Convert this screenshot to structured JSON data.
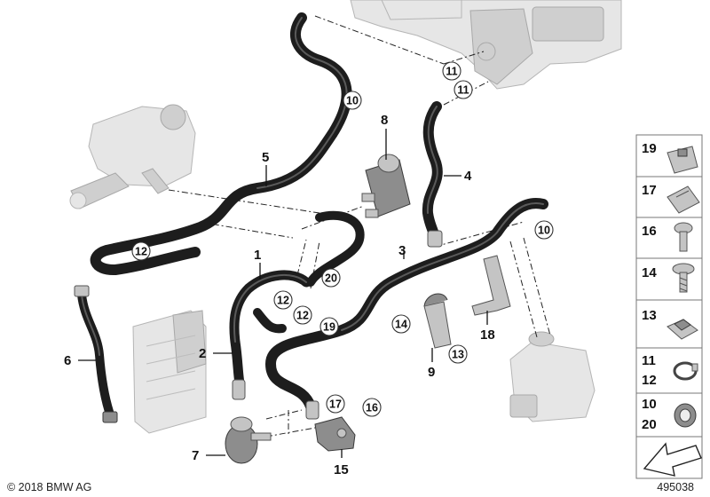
{
  "callouts": {
    "c1": "1",
    "c2": "2",
    "c4": "4",
    "c5": "5",
    "c6": "6",
    "c7": "7",
    "c8": "8",
    "c9": "9",
    "c15": "15",
    "c18": "18",
    "c3": "3",
    "r10a": "10",
    "r10b": "10",
    "r11a": "11",
    "r11b": "11",
    "r12a": "12",
    "r12b": "12",
    "r12c": "12",
    "r13": "13",
    "r14": "14",
    "r16": "16",
    "r17": "17",
    "r19": "19",
    "r20": "20"
  },
  "sidebar": {
    "cells": [
      {
        "label": "19",
        "icon": "clip-icon"
      },
      {
        "label": "17",
        "icon": "spring-clip-icon"
      },
      {
        "label": "16",
        "icon": "bolt-icon"
      },
      {
        "label": "14",
        "icon": "screw-icon"
      },
      {
        "label": "13",
        "icon": "nut-clip-icon"
      },
      {
        "label": "11",
        "label2": "12",
        "icon": "hose-clamp-icon"
      },
      {
        "label": "10",
        "label2": "20",
        "icon": "sleeve-clamp-icon"
      },
      {
        "label": "",
        "icon": "arrow-pointer-icon"
      }
    ]
  },
  "footer": {
    "copyright": "© 2018 BMW AG",
    "diagram_number": "495038"
  }
}
